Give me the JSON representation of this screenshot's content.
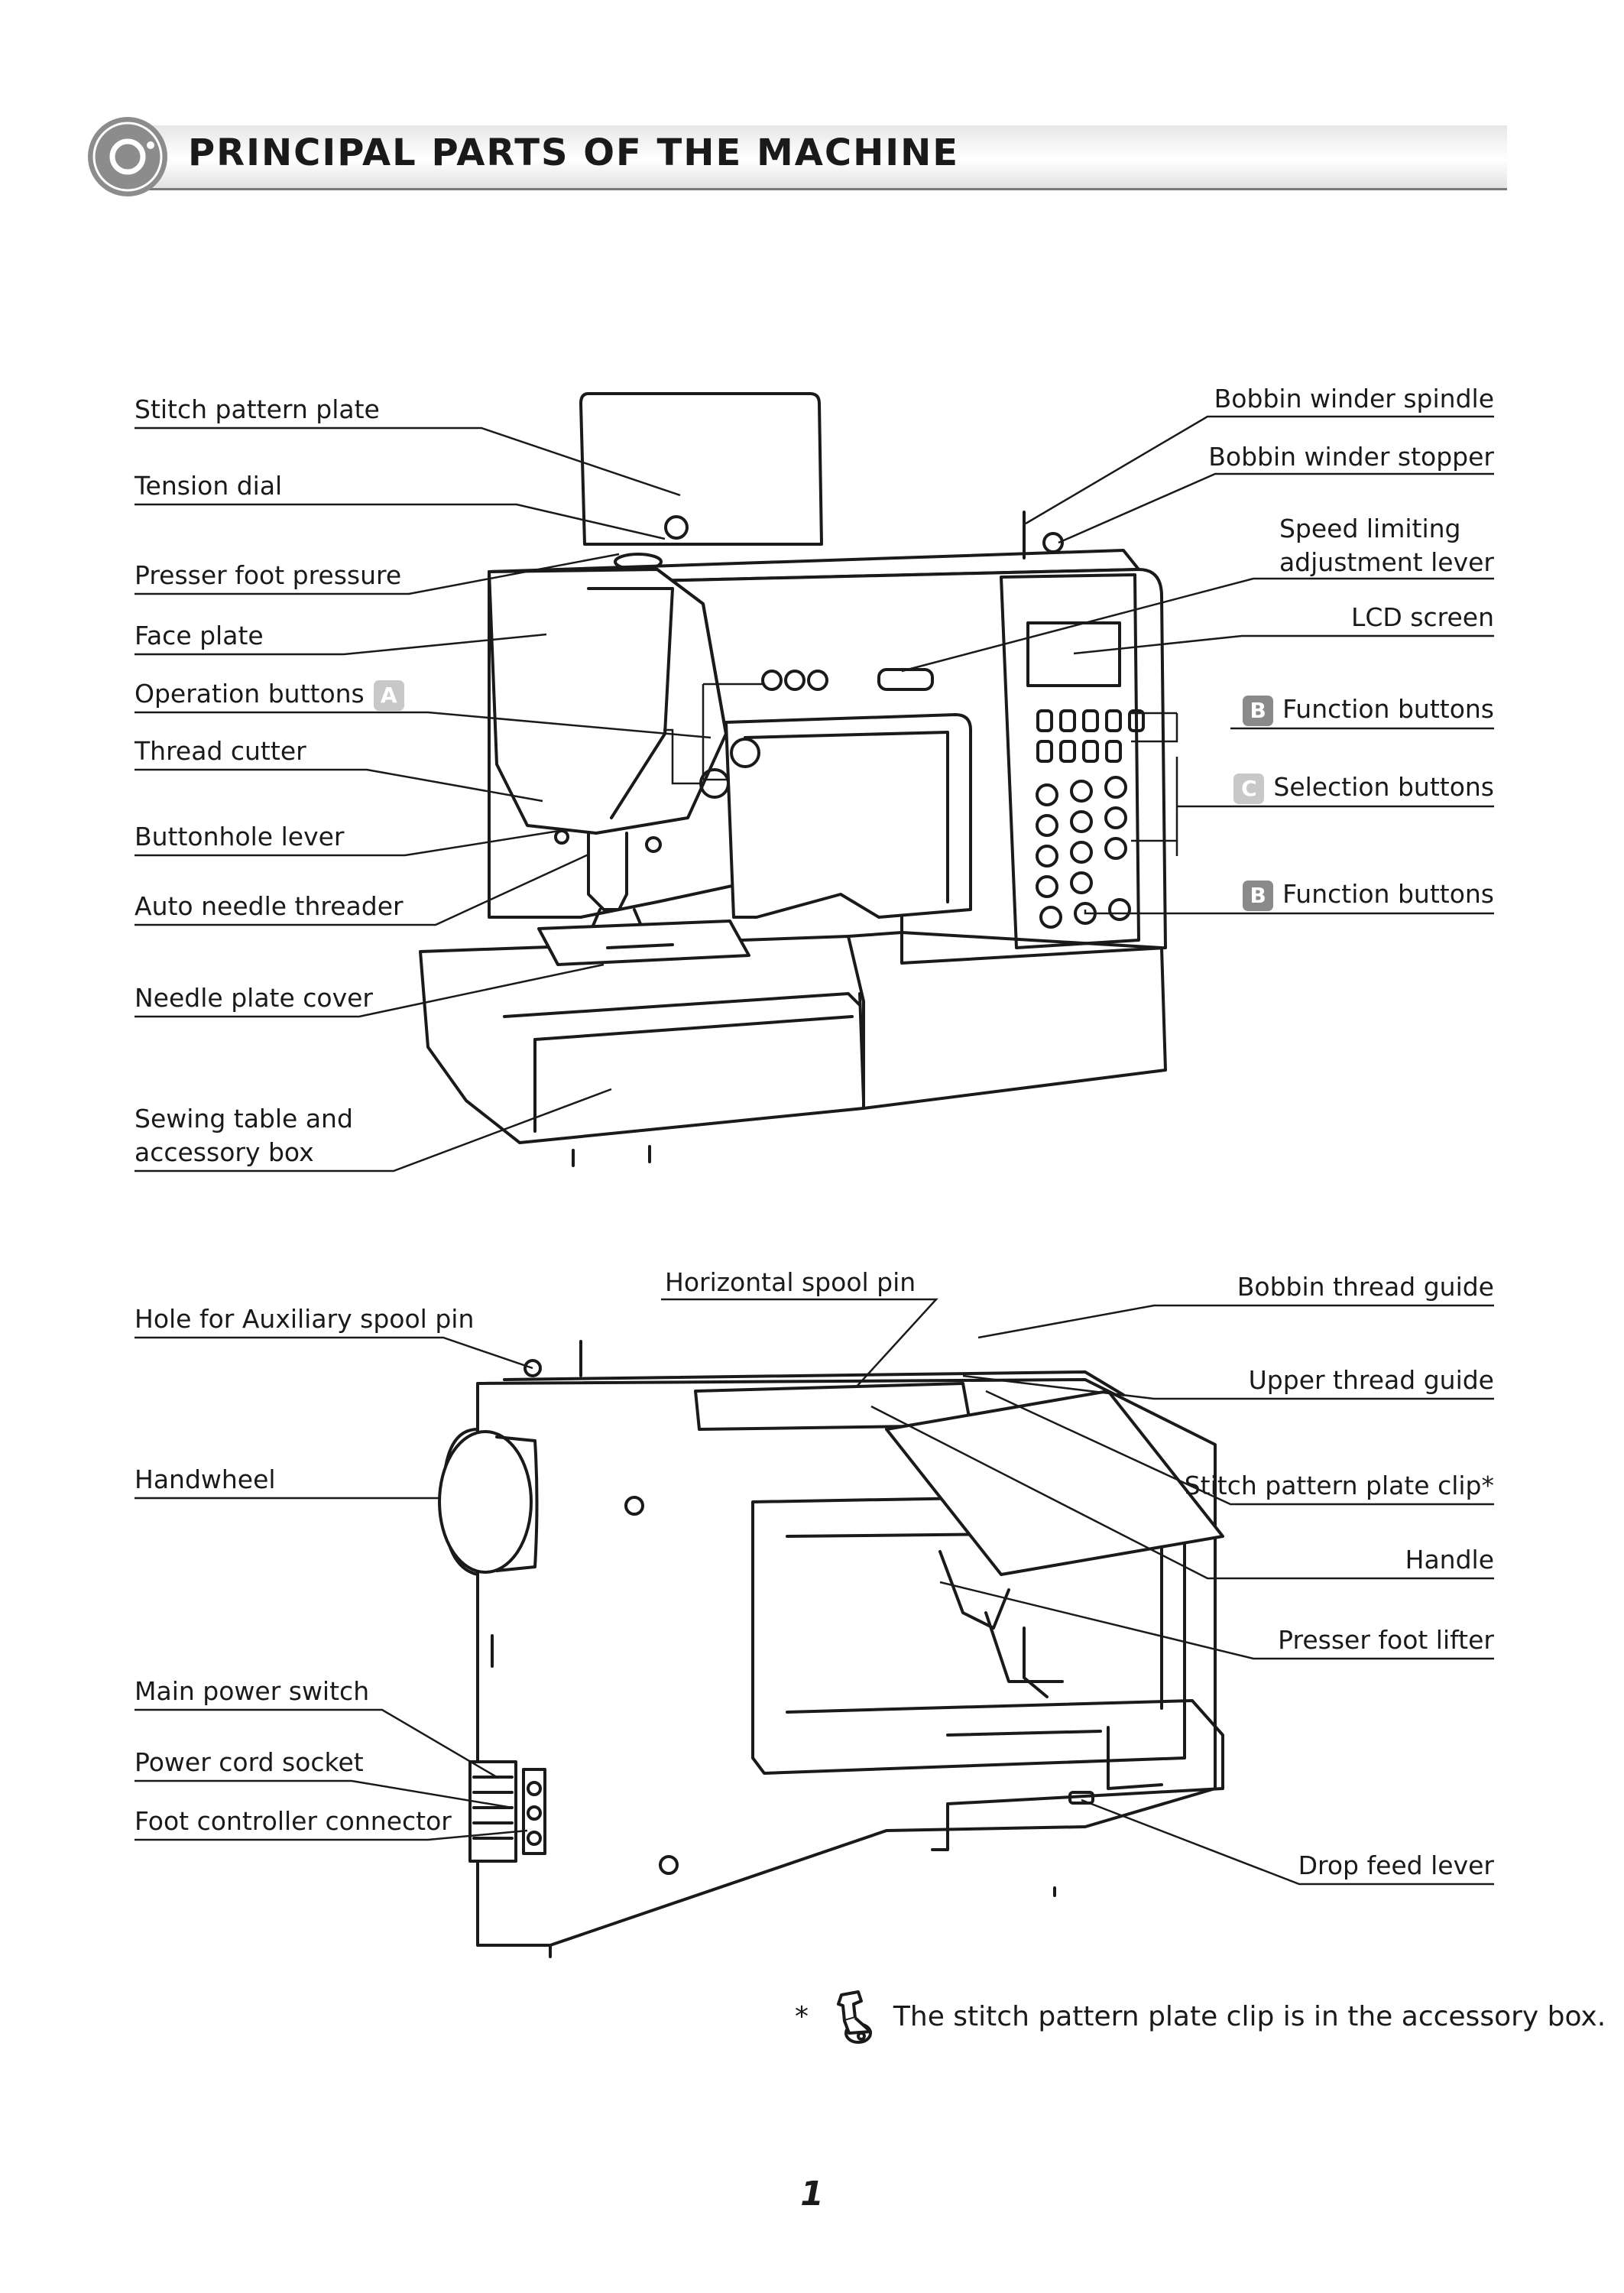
{
  "header": {
    "title": "PRINCIPAL PARTS OF THE MACHINE",
    "icon": "target-icon"
  },
  "front_view": {
    "left_labels": [
      {
        "text": "Stitch pattern plate"
      },
      {
        "text": "Tension dial"
      },
      {
        "text": "Presser foot pressure"
      },
      {
        "text": "Face plate"
      },
      {
        "text": "Operation buttons",
        "badge": "A"
      },
      {
        "text": "Thread cutter"
      },
      {
        "text": "Buttonhole lever"
      },
      {
        "text": "Auto needle threader"
      },
      {
        "text": "Needle plate cover"
      },
      {
        "text": "Sewing table and",
        "text2": "accessory box"
      }
    ],
    "right_labels": [
      {
        "text": "Bobbin winder spindle"
      },
      {
        "text": "Bobbin winder stopper"
      },
      {
        "text": "Speed limiting",
        "text2": "adjustment lever"
      },
      {
        "text": "LCD screen"
      },
      {
        "text": "Function buttons",
        "badge": "B"
      },
      {
        "text": "Selection buttons",
        "badge": "C"
      },
      {
        "text": "Function buttons",
        "badge": "B"
      }
    ]
  },
  "back_view": {
    "top_label": "Horizontal spool pin",
    "left_labels": [
      {
        "text": "Hole for Auxiliary spool pin"
      },
      {
        "text": "Handwheel"
      },
      {
        "text": "Main power switch"
      },
      {
        "text": "Power cord socket"
      },
      {
        "text": "Foot controller connector"
      }
    ],
    "right_labels": [
      {
        "text": "Bobbin thread guide"
      },
      {
        "text": "Upper thread guide"
      },
      {
        "text": "Stitch pattern plate clip*"
      },
      {
        "text": "Handle"
      },
      {
        "text": "Presser foot lifter"
      },
      {
        "text": "Drop feed lever"
      }
    ]
  },
  "footnote": {
    "mark": "*",
    "text": "The stitch pattern plate clip is in the accessory box.",
    "icon": "plate-clip-icon"
  },
  "page_number": "1"
}
